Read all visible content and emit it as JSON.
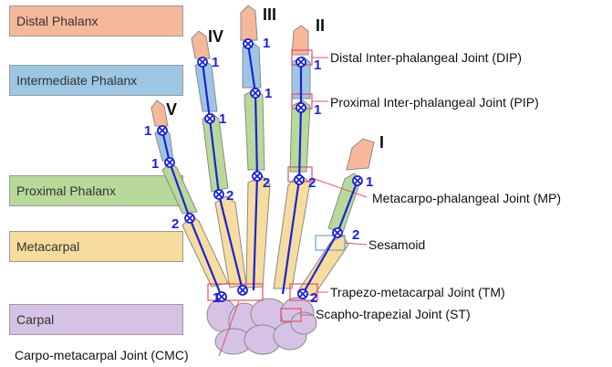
{
  "legend": [
    {
      "label": "Distal Phalanx",
      "color": "#f6b89a"
    },
    {
      "label": "Intermediate Phalanx",
      "color": "#9dc6e4"
    },
    {
      "label": "Proximal Phalanx",
      "color": "#b9d99a"
    },
    {
      "label": "Metacarpal",
      "color": "#f6dd9f"
    },
    {
      "label": "Carpal",
      "color": "#d6c2e5"
    }
  ],
  "fingers": {
    "thumb": "I",
    "index": "II",
    "middle": "III",
    "ring": "IV",
    "little": "V"
  },
  "joint_labels": {
    "dip": "Distal Inter-phalangeal Joint (DIP)",
    "pip": "Proximal Inter-phalangeal Joint (PIP)",
    "mp": "Metacarpo-phalangeal Joint (MP)",
    "sesamoid": "Sesamoid",
    "tm": "Trapezo-metacarpal Joint (TM)",
    "st": "Scapho-trapezial Joint (ST)",
    "cmc": "Carpo-metacarpal Joint (CMC)"
  },
  "joint_numbers": {
    "one": "1",
    "two": "2"
  },
  "colors": {
    "axis": "#1d22d6",
    "marker": "#e0506c",
    "sesamoid_box": "#6aa0d8",
    "bone_outline": "#8a8a8a"
  }
}
